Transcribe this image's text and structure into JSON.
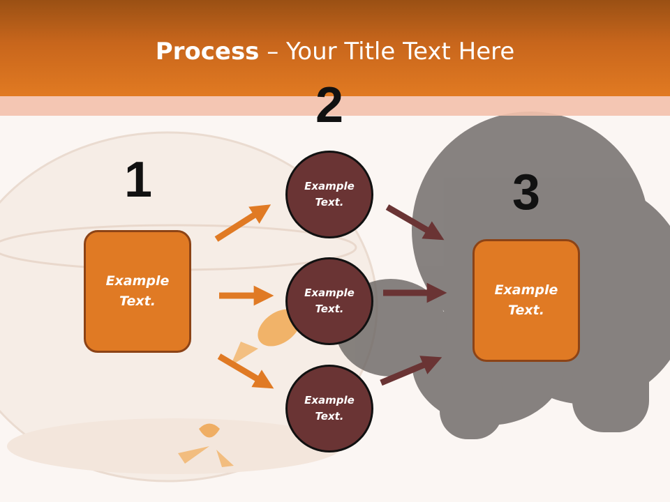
{
  "title": {
    "bold": "Process",
    "rest": " – Your Title Text Here"
  },
  "steps": [
    {
      "number": "1",
      "label": "Example\nText."
    },
    {
      "number": "2"
    },
    {
      "number": "3",
      "label": "Example\nText."
    }
  ],
  "circles": [
    {
      "label": "Example\nText."
    },
    {
      "label": "Example\nText."
    },
    {
      "label": "Example\nText."
    }
  ],
  "colors": {
    "header": "#e17a22",
    "box_fill": "#e07a24",
    "circle_fill": "#6a3434",
    "arrow_orange": "#e07a24",
    "arrow_brown": "#6a3434"
  }
}
